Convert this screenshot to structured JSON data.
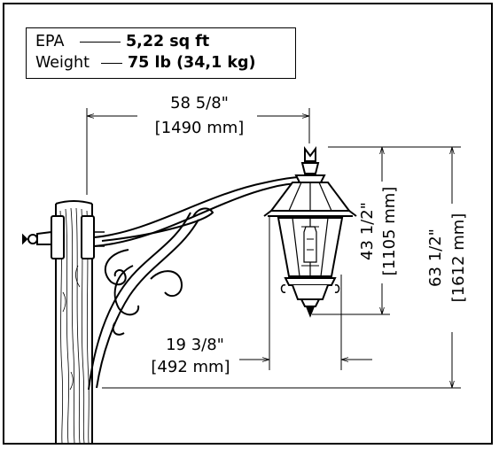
{
  "specs": {
    "epa_label": "EPA",
    "epa_value": "5,22 sq ft",
    "weight_label": "Weight",
    "weight_value": "75 lb (34,1 kg)"
  },
  "dimensions": {
    "arm_length_in": "58 5/8\"",
    "arm_length_mm": "[1490 mm]",
    "lantern_width_in": "19 3/8\"",
    "lantern_width_mm": "[492 mm]",
    "lantern_height_in": "43 1/2\"",
    "lantern_height_mm": "[1105 mm]",
    "total_height_in": "63 1/2\"",
    "total_height_mm": "[1612 mm]"
  }
}
